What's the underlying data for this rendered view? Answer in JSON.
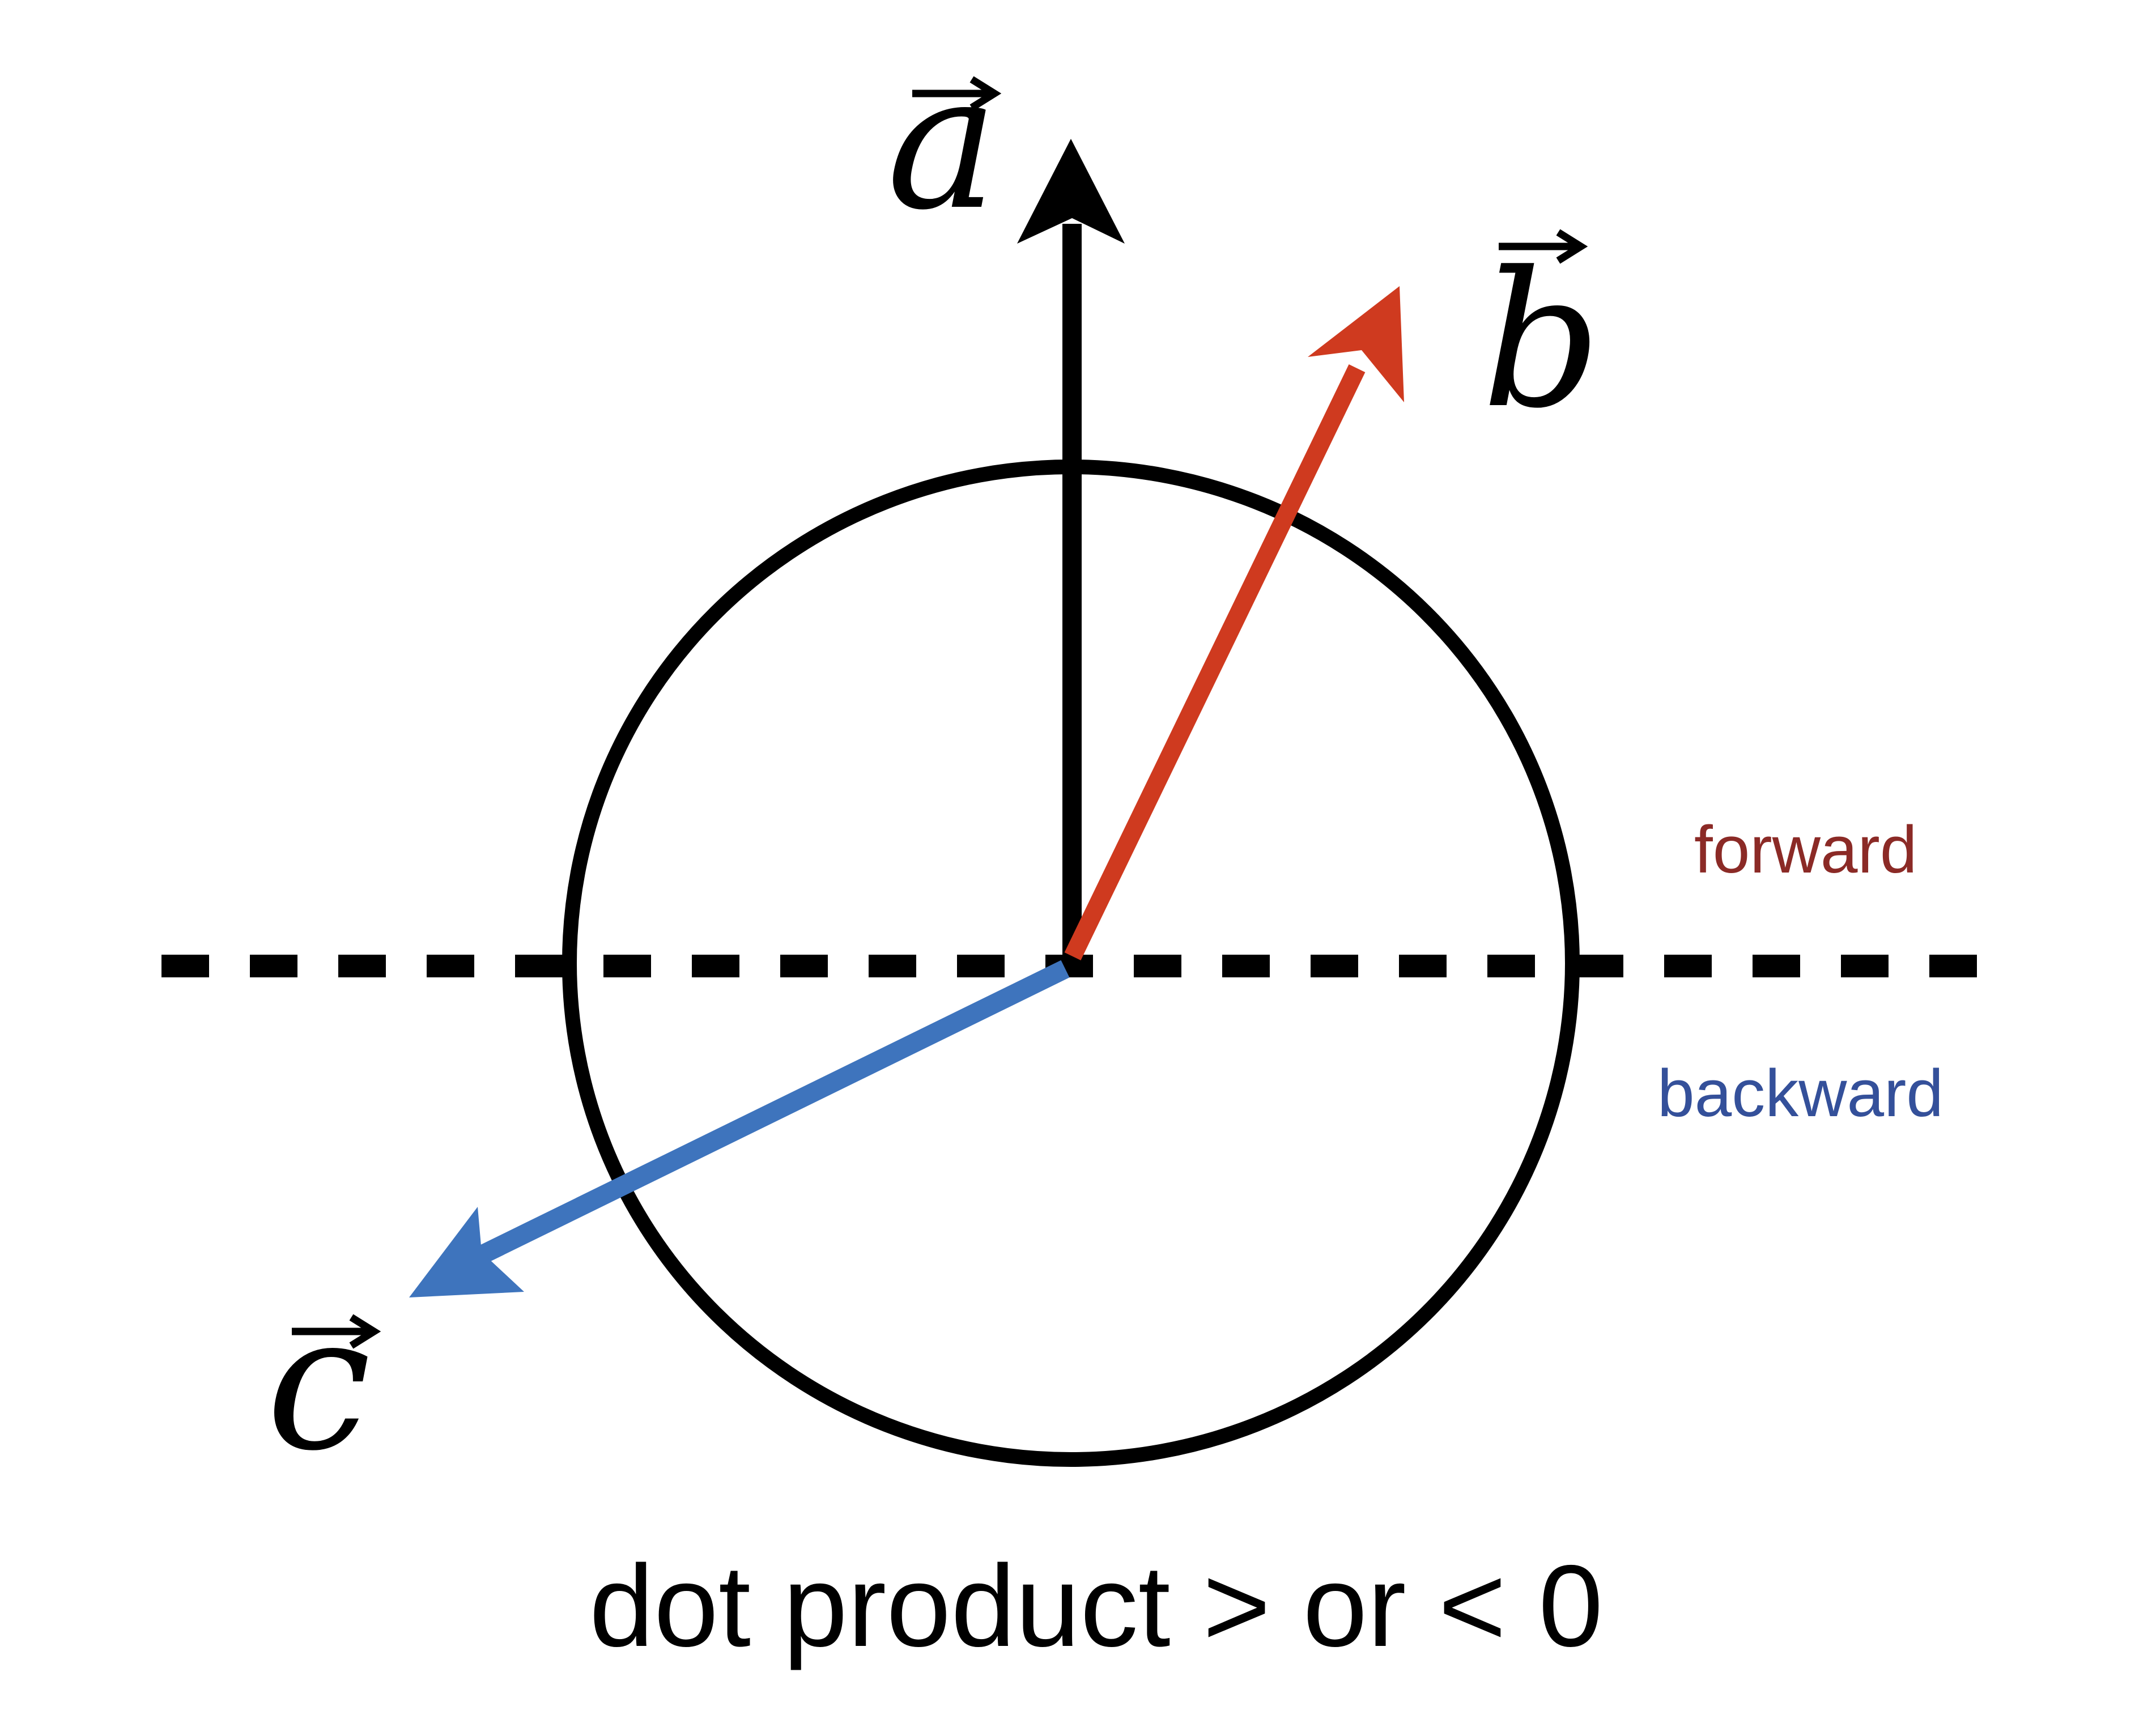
{
  "diagram": {
    "vectors": [
      {
        "id": "a",
        "label": "a",
        "color": "#000000"
      },
      {
        "id": "b",
        "label": "b",
        "color": "#cf3a1f"
      },
      {
        "id": "c",
        "label": "c",
        "color": "#3e74bd"
      }
    ],
    "regions": {
      "forward": {
        "label": "forward",
        "color": "#8b2a26"
      },
      "backward": {
        "label": "backward",
        "color": "#34509a"
      }
    },
    "caption": "dot product > or < 0",
    "colors": {
      "circle": "#000000",
      "divider": "#000000"
    }
  }
}
